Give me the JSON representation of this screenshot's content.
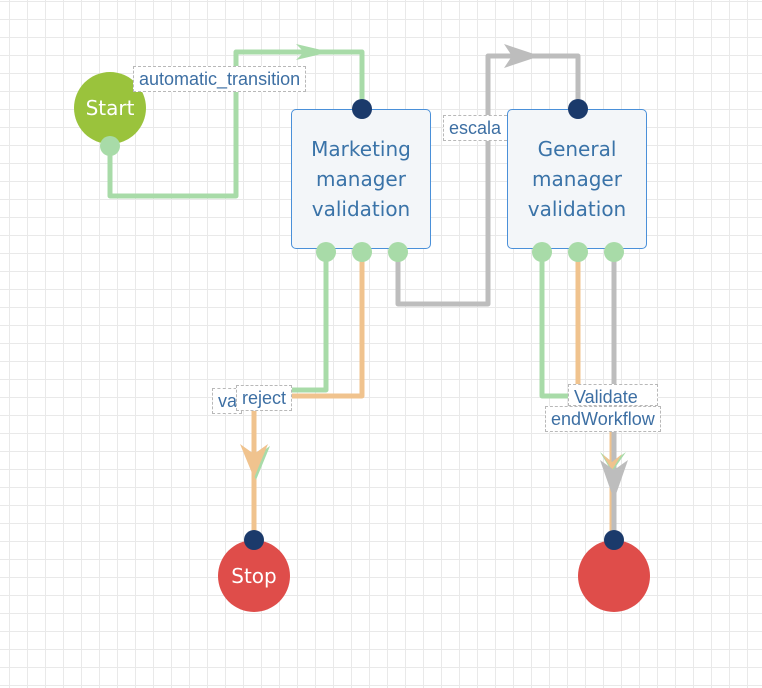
{
  "nodes": {
    "start": "Start",
    "marketing": "Marketing manager validation",
    "general": "General manager validation",
    "stop": "Stop",
    "end": ""
  },
  "edges": {
    "automatic": "automatic_transition",
    "escalate_partial": "escala",
    "validate_partial": "va",
    "reject": "reject",
    "validate_overlap": "Validate",
    "end_workflow": "endWorkflow"
  },
  "colors": {
    "green_edge": "#a8dba8",
    "orange_edge": "#f0c38e",
    "gray_edge": "#bdbdbd",
    "port": "#1b3a6b",
    "start": "#9ac33c",
    "stop": "#df4d4a",
    "node_border": "#4a90d9"
  }
}
